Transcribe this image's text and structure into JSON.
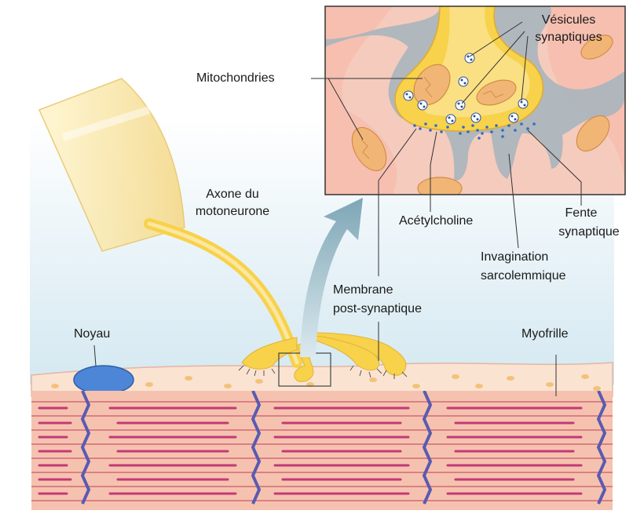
{
  "labels": {
    "vesicules_l1": "Vésicules",
    "vesicules_l2": "synaptiques",
    "mitochondries": "Mitochondries",
    "axone_l1": "Axone du",
    "axone_l2": "motoneurone",
    "acetylcholine": "Acétylcholine",
    "fente_l1": "Fente",
    "fente_l2": "synaptique",
    "invagination_l1": "Invagination",
    "invagination_l2": "sarcolemmique",
    "membrane_l1": "Membrane",
    "membrane_l2": "post-synaptique",
    "noyau": "Noyau",
    "myofrille": "Myofrille"
  },
  "colors": {
    "axon": "#f7d24a",
    "axon_light": "#fbe7a0",
    "muscle_stripe": "#e8857a",
    "muscle_bg": "#f6c2b0",
    "z_line": "#5a5bb0",
    "nucleus": "#4d86d6",
    "mitochondria": "#f1b676",
    "arrow": "#8fb3c2",
    "cleft_gray": "#a9b5bc",
    "sky": "#dcecf3"
  }
}
